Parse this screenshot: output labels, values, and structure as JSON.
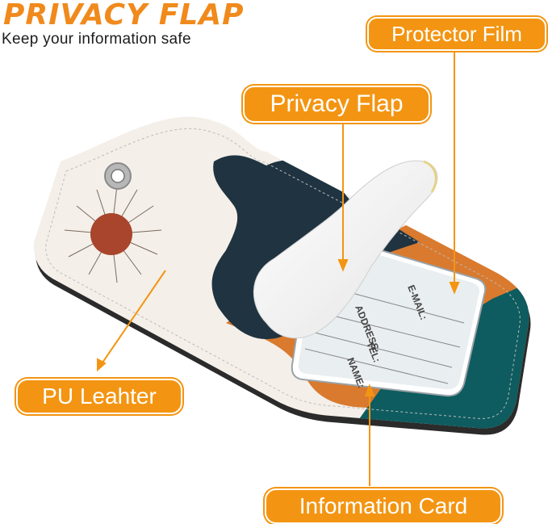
{
  "header": {
    "title": "PRIVACY FLAP",
    "subtitle": "Keep your information safe"
  },
  "callouts": {
    "protector_film": "Protector Film",
    "privacy_flap": "Privacy Flap",
    "pu_leather": "PU Leahter",
    "information_card": "Information Card"
  },
  "card_fields": {
    "email": "E-MAIL:",
    "address": "ADDRESS:",
    "tel": "TEL:",
    "name": "NAME:"
  },
  "colors": {
    "accent_orange": "#f39512",
    "title_orange": "#f08a1c",
    "leather_cream": "#f4efe9",
    "navy": "#1f3340",
    "teal": "#0e5c5f",
    "burnt_orange": "#d97a2e",
    "sun_brown": "#a8452c"
  }
}
